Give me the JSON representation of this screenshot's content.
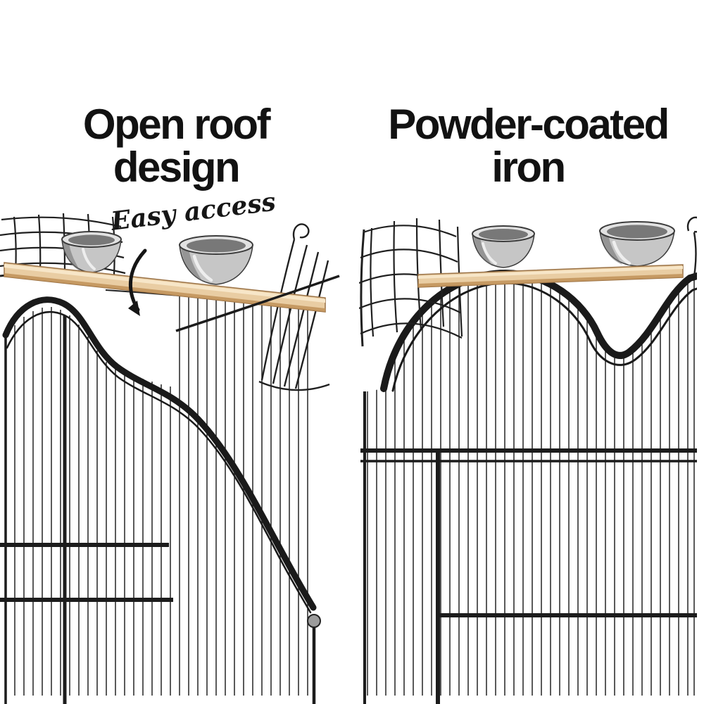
{
  "panels": {
    "left": {
      "title_line1": "Open roof",
      "title_line2": "design",
      "annotation": "Easy access",
      "illustration": "black-wire-birdcage-with-open-roof-two-steel-bowls-and-wooden-perch"
    },
    "right": {
      "title_line1": "Powder-coated",
      "title_line2": "iron",
      "illustration": "black-powder-coated-iron-birdcage-scalloped-roof-two-steel-bowls-wooden-perch"
    }
  },
  "icons": {
    "arrow": "curved-hand-drawn-arrow-pointing-to-open-roof"
  },
  "colors": {
    "background": "#ffffff",
    "heading_text": "#121212",
    "annotation_text": "#161616",
    "cage_iron": "#1c1c1c",
    "cage_wire": "#242424",
    "perch_wood": "#e9cda3",
    "perch_wood_shadow": "#c09058",
    "bowl_steel_light": "#e2e2e2",
    "bowl_steel_mid": "#c6c6c6",
    "bowl_steel_dark": "#787878"
  }
}
